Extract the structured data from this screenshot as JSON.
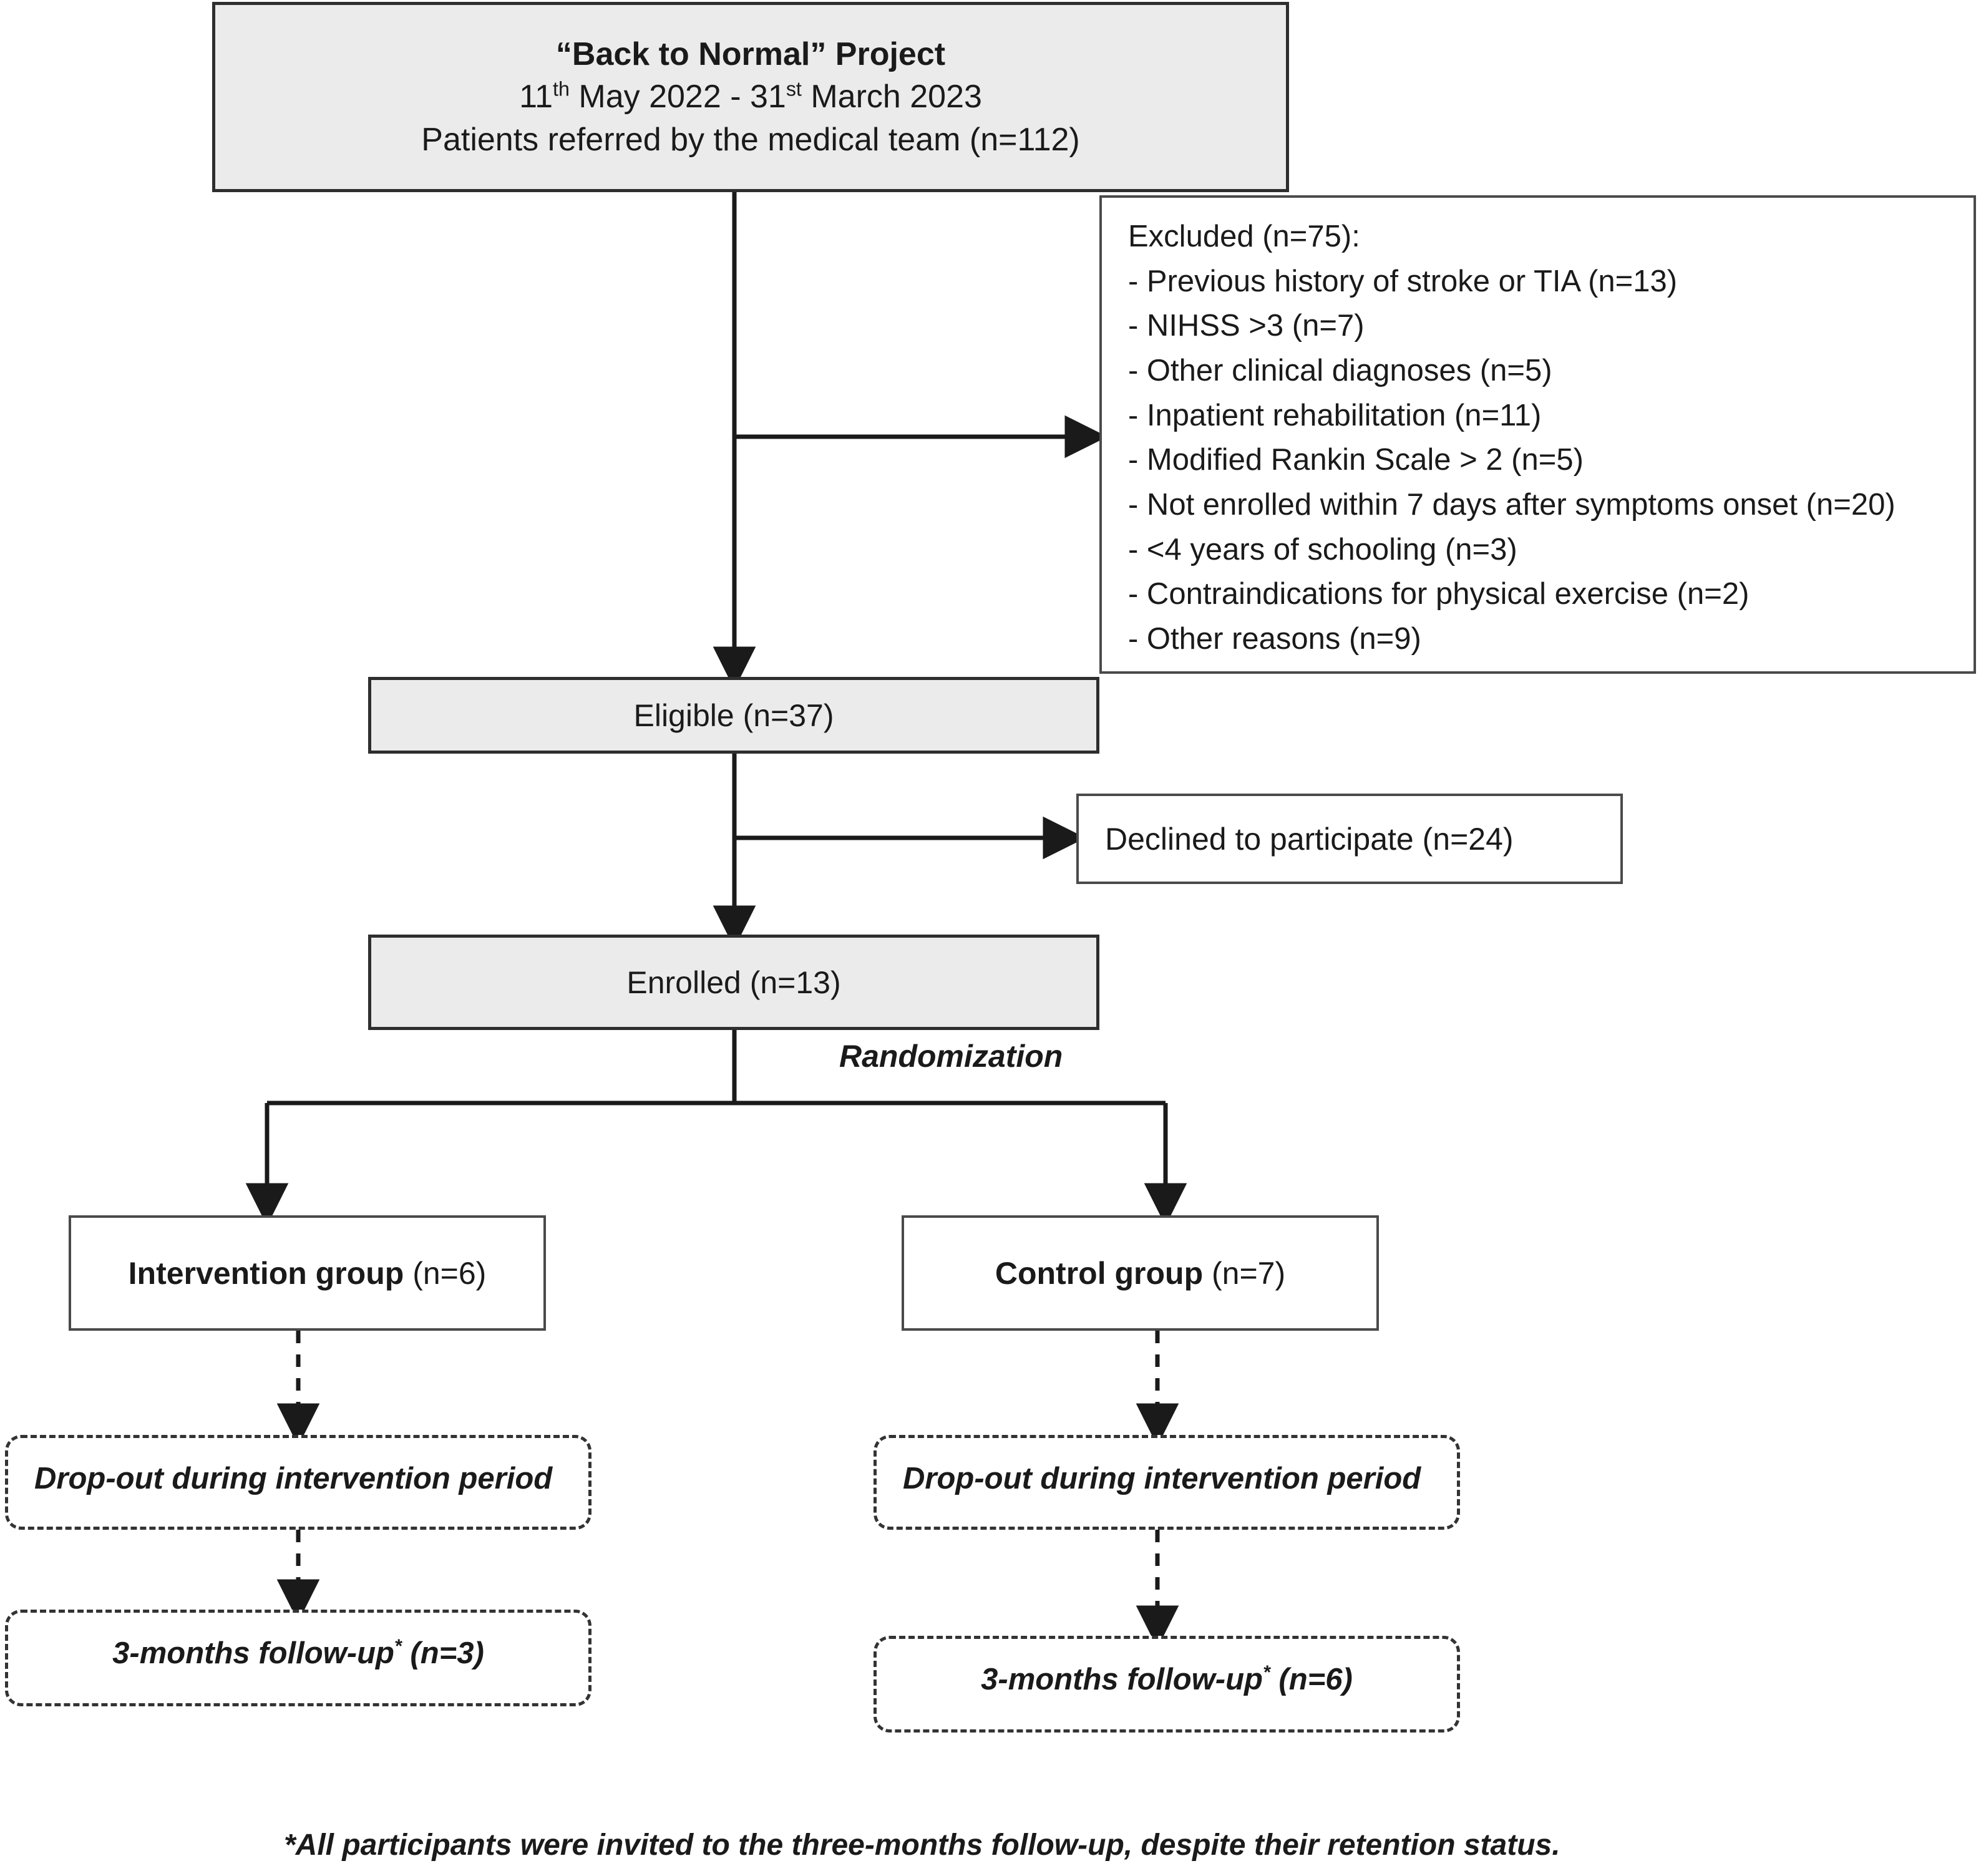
{
  "diagram": {
    "type": "consort-flow-diagram",
    "title_box": {
      "line1": "“Back to Normal” Project",
      "line2_pre": "11",
      "line2_sup1": "th",
      "line2_mid": " May 2022 - 31",
      "line2_sup2": "st",
      "line2_post": " March 2023",
      "line3": "Patients referred by the medical team (n=112)"
    },
    "excluded": {
      "heading": "Excluded (n=75):",
      "items": [
        "- Previous history of stroke or TIA (n=13)",
        "- NIHSS >3 (n=7)",
        "- Other clinical diagnoses (n=5)",
        "- Inpatient rehabilitation (n=11)",
        "- Modified Rankin Scale > 2 (n=5)",
        "- Not enrolled within 7 days after symptoms onset (n=20)",
        "- <4 years of schooling (n=3)",
        "- Contraindications for physical exercise (n=2)",
        "- Other reasons (n=9)"
      ]
    },
    "eligible": "Eligible (n=37)",
    "declined": "Declined to participate (n=24)",
    "enrolled": "Enrolled (n=13)",
    "randomization_label": "Randomization",
    "intervention": {
      "name": "Intervention group",
      "count": " (n=6)"
    },
    "control": {
      "name": "Control group",
      "count": " (n=7)"
    },
    "dropout_left": "Drop-out during intervention period",
    "dropout_right": "Drop-out during intervention period",
    "followup_left_pre": "3-months follow-up",
    "followup_left_sup": "*",
    "followup_left_post": " (n=3)",
    "followup_right_pre": "3-months follow-up",
    "followup_right_sup": "*",
    "followup_right_post": " (n=6)",
    "footnote": "*All participants were invited to the three-months follow-up, despite their retention status."
  },
  "colors": {
    "box_border": "#2e2e2e",
    "box_shaded_fill": "#ebebeb",
    "box_fill": "#ffffff",
    "dashed_border": "#333333",
    "text": "#1a1a1a",
    "connector": "#1a1a1a"
  }
}
